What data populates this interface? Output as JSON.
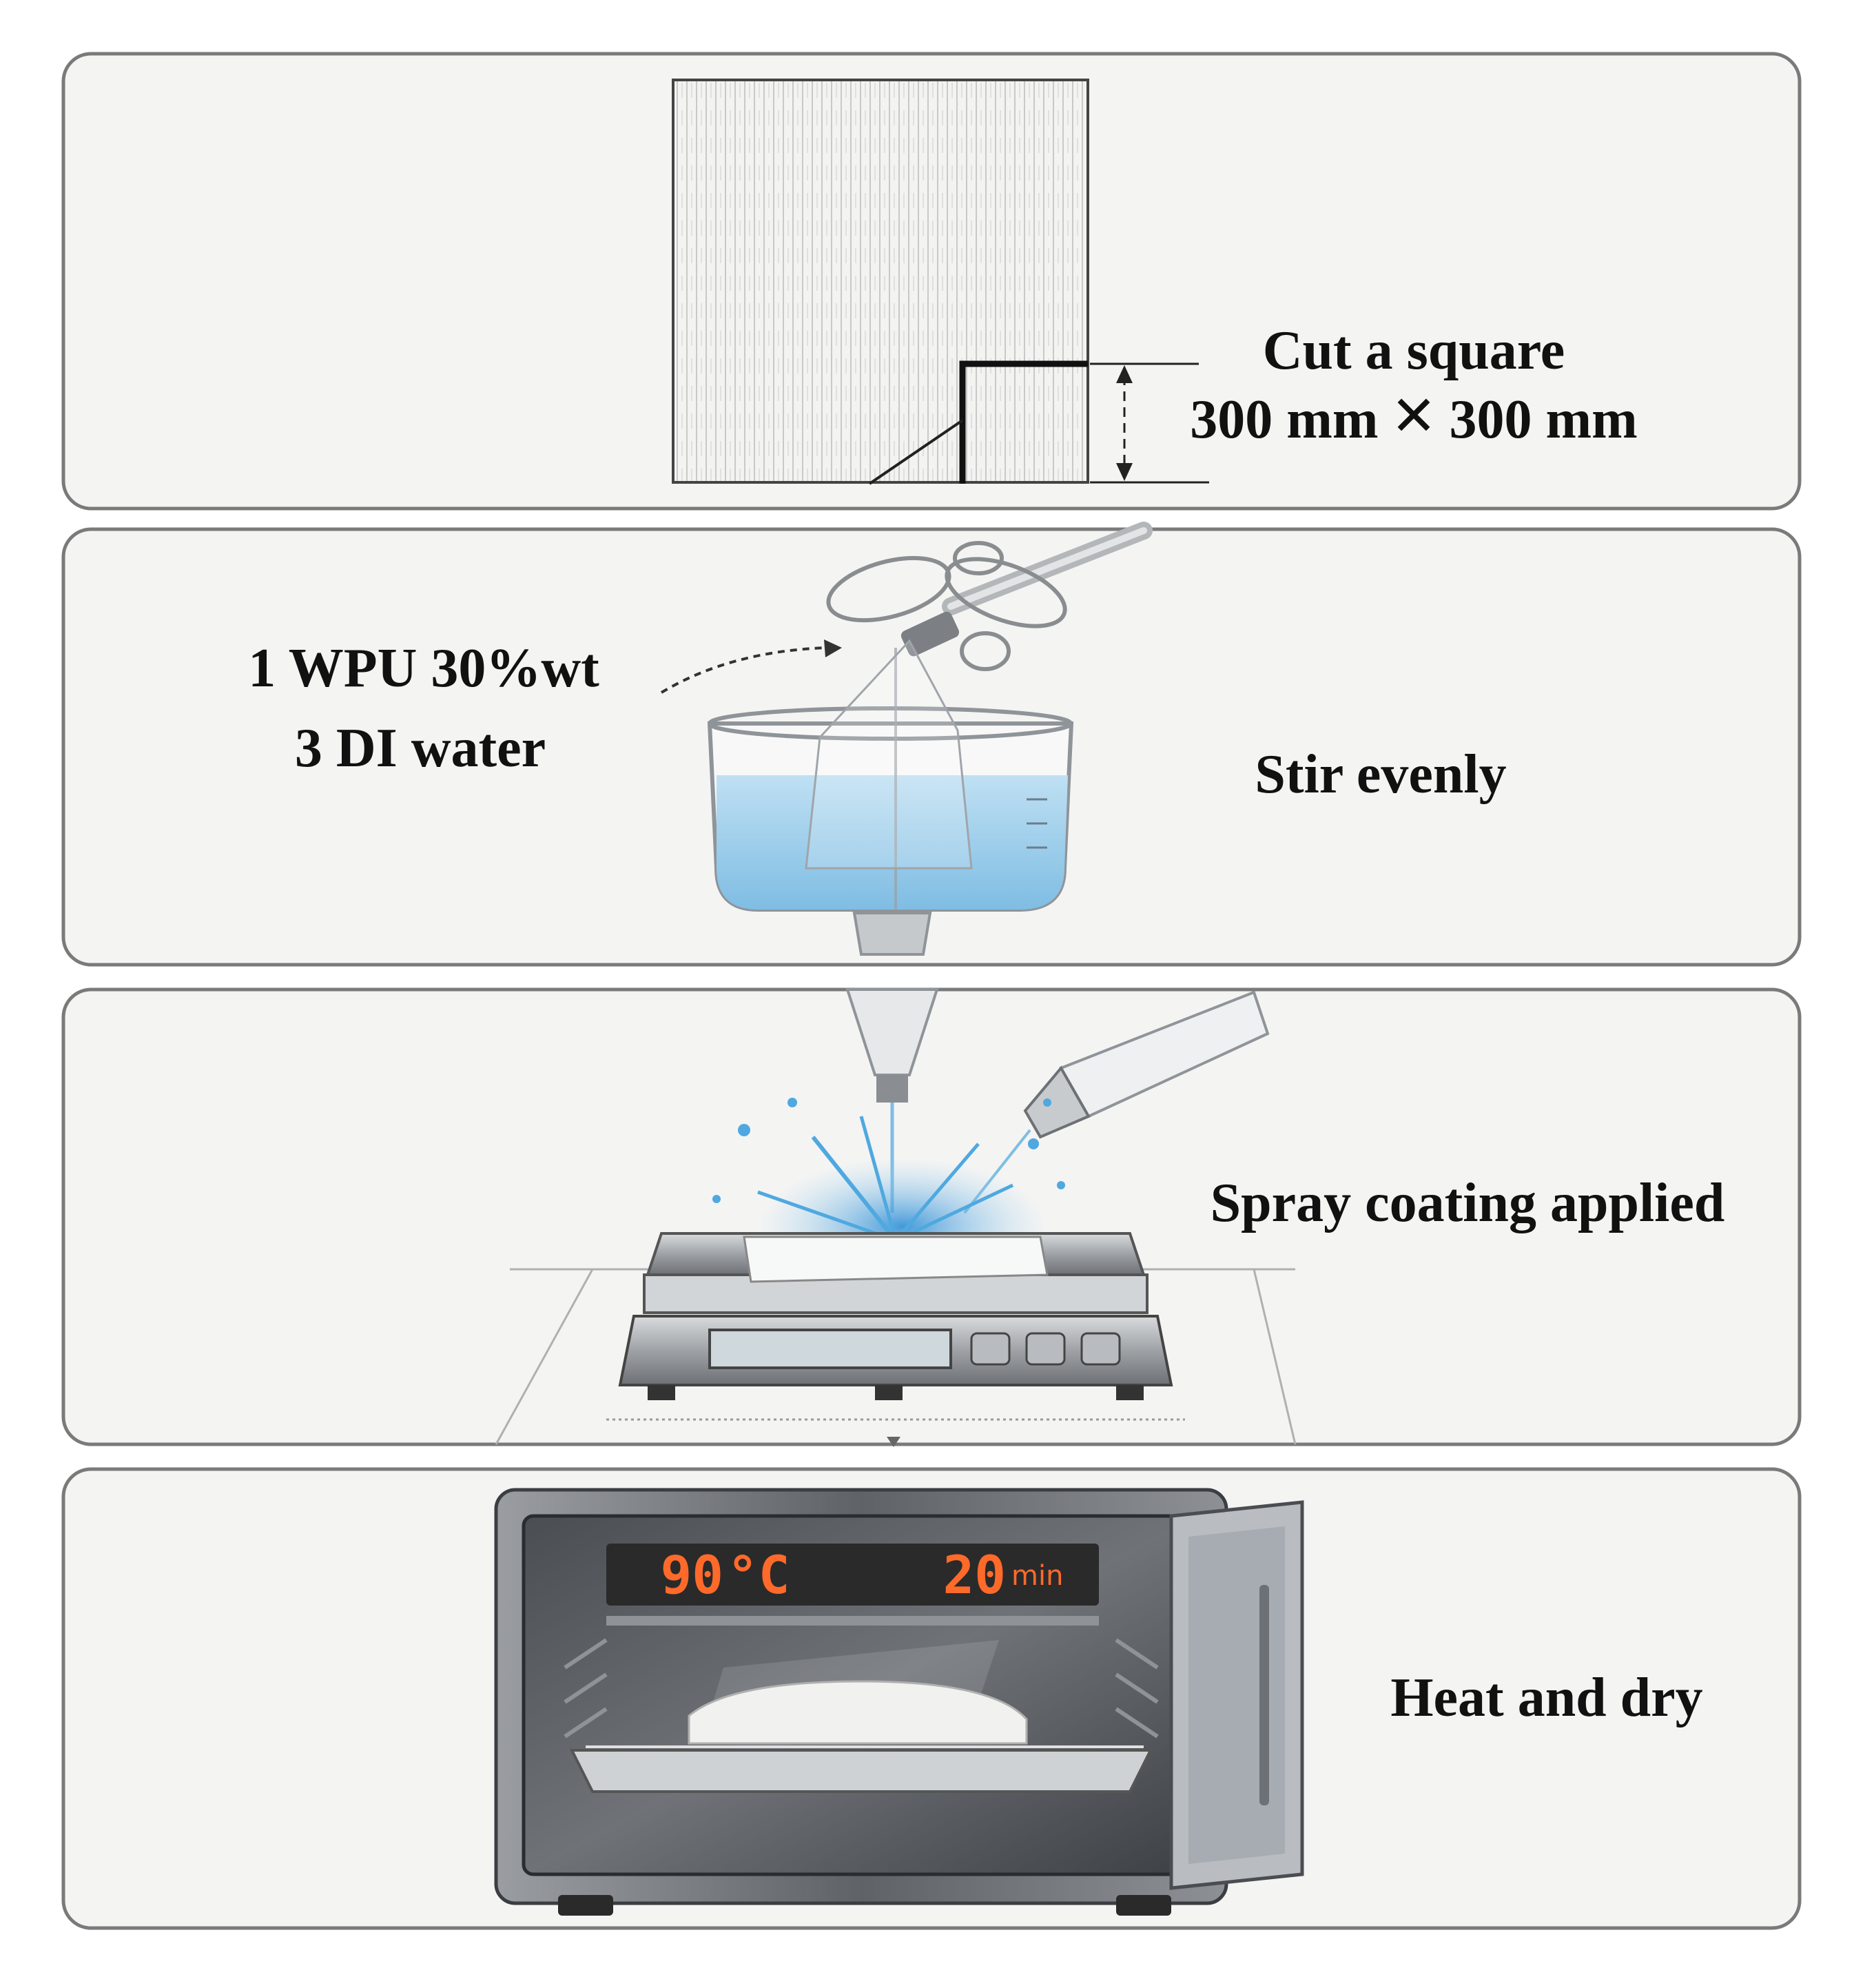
{
  "steps": [
    {
      "id": "cut",
      "label_line1": "Cut a square",
      "label_line2": "300 mm",
      "label_line2b": "300 mm",
      "times_symbol": "✕"
    },
    {
      "id": "stir",
      "label": "Stir evenly",
      "ingredient_1": "1 WPU 30%wt",
      "ingredient_2": "3 DI water"
    },
    {
      "id": "spray",
      "label": "Spray coating applied"
    },
    {
      "id": "heat",
      "label": "Heat and dry",
      "temperature": "90",
      "temperature_unit": "°C",
      "time": "20",
      "time_unit": "min"
    }
  ],
  "colors": {
    "panel_bg": "#f4f4f3",
    "panel_border": "#7a7a7a",
    "water": "#a9d3ec",
    "spray": "#4fa8e0",
    "oven_body": "#6b6e73",
    "display_text": "#ff6a2a"
  },
  "icons": [
    "fabric-square-icon",
    "dimension-arrow-icon",
    "beaker-icon",
    "stirrer-icon",
    "spray-nozzle-icon",
    "scale-icon",
    "oven-icon"
  ]
}
